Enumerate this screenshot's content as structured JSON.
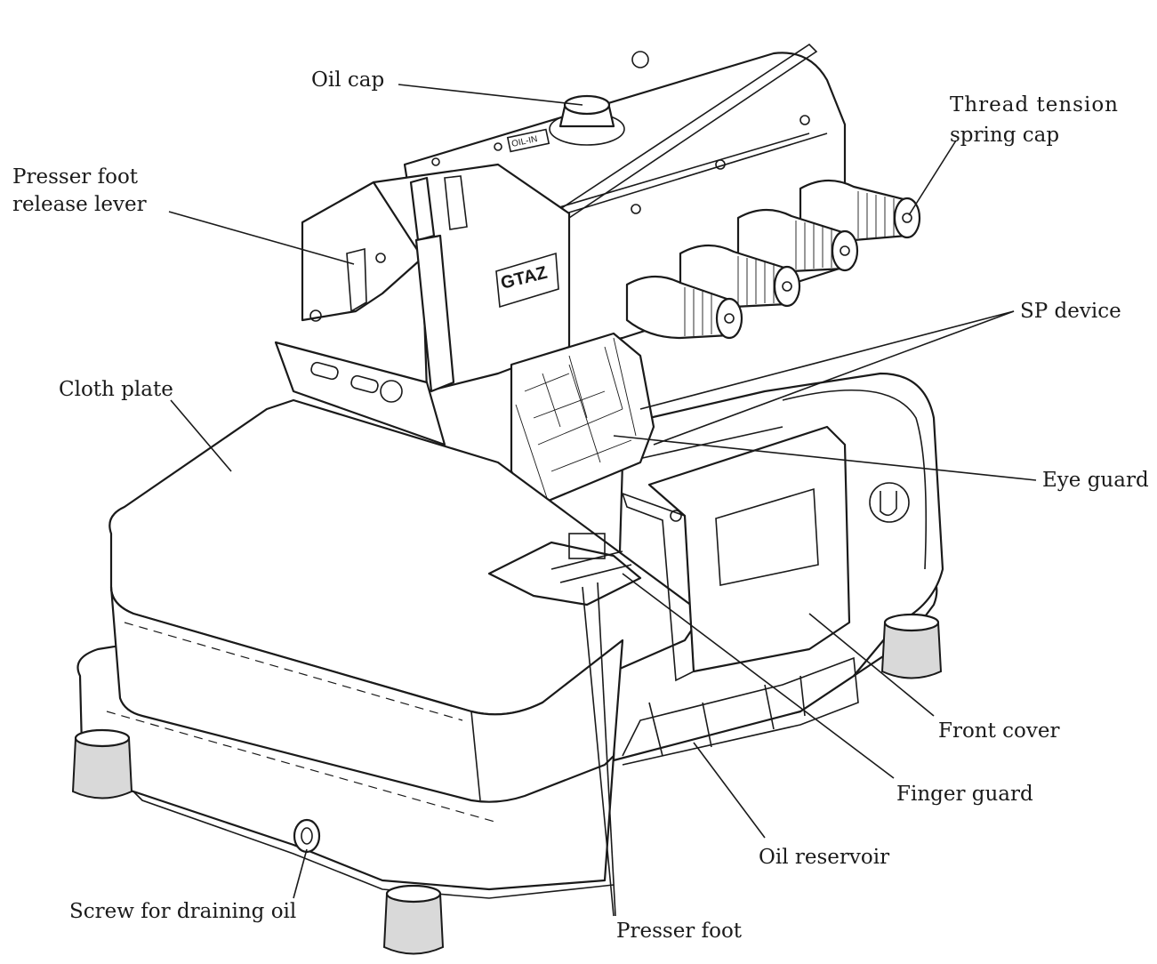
{
  "labels": {
    "oil_cap": "Oil cap",
    "thread_tension_line1": "Thread tension",
    "thread_tension_line2": "spring cap",
    "presser_foot_release_line1": "Presser foot",
    "presser_foot_release_line2": "release lever",
    "sp_device": "SP device",
    "cloth_plate": "Cloth plate",
    "eye_guard": "Eye guard",
    "front_cover": "Front cover",
    "finger_guard": "Finger guard",
    "oil_reservoir": "Oil reservoir",
    "screw_draining": "Screw for draining oil",
    "presser_foot": "Presser foot"
  },
  "markings": {
    "oil_in": "OIL-IN",
    "logo": "GTAZ"
  }
}
